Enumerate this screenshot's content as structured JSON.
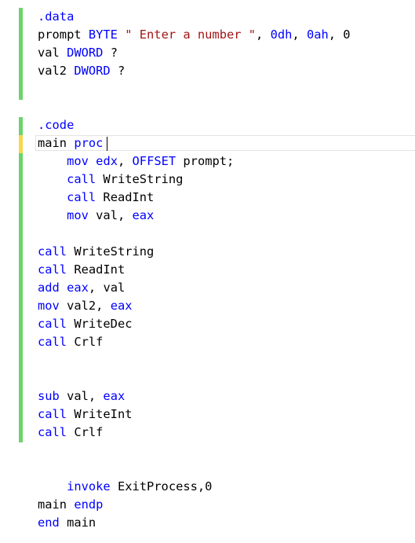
{
  "editor": {
    "colors": {
      "text": "#000000",
      "keyword": "#0000ff",
      "string": "#a31515",
      "gutter_saved": "#6cd46c",
      "gutter_unsaved": "#f7d84c"
    },
    "lines": [
      {
        "text": ".data",
        "tokens": [
          {
            "t": ".data",
            "c": "keyword"
          }
        ]
      },
      {
        "text": "prompt BYTE \" Enter a number \", 0dh, 0ah, 0",
        "tokens": [
          {
            "t": "prompt ",
            "c": "text"
          },
          {
            "t": "BYTE",
            "c": "keyword"
          },
          {
            "t": " ",
            "c": "text"
          },
          {
            "t": "\" Enter a number \"",
            "c": "string"
          },
          {
            "t": ", ",
            "c": "text"
          },
          {
            "t": "0dh",
            "c": "keyword"
          },
          {
            "t": ", ",
            "c": "text"
          },
          {
            "t": "0ah",
            "c": "keyword"
          },
          {
            "t": ", 0",
            "c": "text"
          }
        ]
      },
      {
        "text": "val DWORD ?",
        "tokens": [
          {
            "t": "val ",
            "c": "text"
          },
          {
            "t": "DWORD",
            "c": "keyword"
          },
          {
            "t": " ?",
            "c": "text"
          }
        ]
      },
      {
        "text": "val2 DWORD ?",
        "tokens": [
          {
            "t": "val2 ",
            "c": "text"
          },
          {
            "t": "DWORD",
            "c": "keyword"
          },
          {
            "t": " ?",
            "c": "text"
          }
        ]
      },
      {
        "text": "",
        "tokens": []
      },
      {
        "text": "",
        "tokens": []
      },
      {
        "text": ".code",
        "tokens": [
          {
            "t": ".code",
            "c": "keyword"
          }
        ]
      },
      {
        "text": "main proc",
        "tokens": [
          {
            "t": "main ",
            "c": "text"
          },
          {
            "t": "proc",
            "c": "keyword"
          }
        ]
      },
      {
        "text": "    mov edx, OFFSET prompt;",
        "tokens": [
          {
            "t": "    ",
            "c": "text"
          },
          {
            "t": "mov",
            "c": "keyword"
          },
          {
            "t": " ",
            "c": "text"
          },
          {
            "t": "edx",
            "c": "keyword"
          },
          {
            "t": ", ",
            "c": "text"
          },
          {
            "t": "OFFSET",
            "c": "keyword"
          },
          {
            "t": " prompt;",
            "c": "text"
          }
        ]
      },
      {
        "text": "    call WriteString",
        "tokens": [
          {
            "t": "    ",
            "c": "text"
          },
          {
            "t": "call",
            "c": "keyword"
          },
          {
            "t": " WriteString",
            "c": "text"
          }
        ]
      },
      {
        "text": "    call ReadInt",
        "tokens": [
          {
            "t": "    ",
            "c": "text"
          },
          {
            "t": "call",
            "c": "keyword"
          },
          {
            "t": " ReadInt",
            "c": "text"
          }
        ]
      },
      {
        "text": "    mov val, eax",
        "tokens": [
          {
            "t": "    ",
            "c": "text"
          },
          {
            "t": "mov",
            "c": "keyword"
          },
          {
            "t": " val, ",
            "c": "text"
          },
          {
            "t": "eax",
            "c": "keyword"
          }
        ]
      },
      {
        "text": "",
        "tokens": []
      },
      {
        "text": "call WriteString",
        "tokens": [
          {
            "t": "call",
            "c": "keyword"
          },
          {
            "t": " WriteString",
            "c": "text"
          }
        ]
      },
      {
        "text": "call ReadInt",
        "tokens": [
          {
            "t": "call",
            "c": "keyword"
          },
          {
            "t": " ReadInt",
            "c": "text"
          }
        ]
      },
      {
        "text": "add eax, val",
        "tokens": [
          {
            "t": "add",
            "c": "keyword"
          },
          {
            "t": " ",
            "c": "text"
          },
          {
            "t": "eax",
            "c": "keyword"
          },
          {
            "t": ", val",
            "c": "text"
          }
        ]
      },
      {
        "text": "mov val2, eax",
        "tokens": [
          {
            "t": "mov",
            "c": "keyword"
          },
          {
            "t": " val2, ",
            "c": "text"
          },
          {
            "t": "eax",
            "c": "keyword"
          }
        ]
      },
      {
        "text": "call WriteDec",
        "tokens": [
          {
            "t": "call",
            "c": "keyword"
          },
          {
            "t": " WriteDec",
            "c": "text"
          }
        ]
      },
      {
        "text": "call Crlf",
        "tokens": [
          {
            "t": "call",
            "c": "keyword"
          },
          {
            "t": " Crlf",
            "c": "text"
          }
        ]
      },
      {
        "text": "",
        "tokens": []
      },
      {
        "text": "",
        "tokens": []
      },
      {
        "text": "sub val, eax",
        "tokens": [
          {
            "t": "sub",
            "c": "keyword"
          },
          {
            "t": " val, ",
            "c": "text"
          },
          {
            "t": "eax",
            "c": "keyword"
          }
        ]
      },
      {
        "text": "call WriteInt",
        "tokens": [
          {
            "t": "call",
            "c": "keyword"
          },
          {
            "t": " WriteInt",
            "c": "text"
          }
        ]
      },
      {
        "text": "call Crlf",
        "tokens": [
          {
            "t": "call",
            "c": "keyword"
          },
          {
            "t": " Crlf",
            "c": "text"
          }
        ]
      },
      {
        "text": "",
        "tokens": []
      },
      {
        "text": "",
        "tokens": []
      },
      {
        "text": "    invoke ExitProcess,0",
        "tokens": [
          {
            "t": "    ",
            "c": "text"
          },
          {
            "t": "invoke",
            "c": "keyword"
          },
          {
            "t": " ExitProcess,0",
            "c": "text"
          }
        ]
      },
      {
        "text": "main endp",
        "tokens": [
          {
            "t": "main ",
            "c": "text"
          },
          {
            "t": "endp",
            "c": "keyword"
          }
        ]
      },
      {
        "text": "end main",
        "tokens": [
          {
            "t": "end",
            "c": "keyword"
          },
          {
            "t": " main",
            "c": "text"
          }
        ]
      }
    ]
  }
}
